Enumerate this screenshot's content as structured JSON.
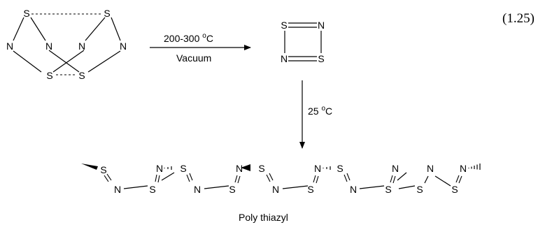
{
  "equation_number": "(1.25)",
  "s4n4": {
    "atoms": {
      "s_top_left": "S",
      "s_top_right": "S",
      "n_left": "N",
      "n_inner_left": "N",
      "n_inner_right": "N",
      "n_right": "N",
      "s_bottom_left": "S",
      "s_bottom_right": "S"
    }
  },
  "reaction1": {
    "temp_base": "200-300 ",
    "temp_deg": "o",
    "temp_unit": "C",
    "atmosphere": "Vacuum"
  },
  "s2n2": {
    "atoms": {
      "s_top_left": "S",
      "n_top_right": "N",
      "n_bottom_left": "N",
      "s_bottom_right": "S"
    }
  },
  "reaction2": {
    "temp_base": "25 ",
    "temp_deg": "o",
    "temp_unit": "C"
  },
  "polymer": {
    "atoms": {
      "s1": "S",
      "n1": "N",
      "s2": "S",
      "n2": "N",
      "s3": "S",
      "n3": "N",
      "s4": "S",
      "n4": "N",
      "s5": "S",
      "n5": "N",
      "s6": "S",
      "n6": "N",
      "s7": "S",
      "n7": "N",
      "s8": "S",
      "n8": "N",
      "s9": "S",
      "n9": "N",
      "s10": "S",
      "n10": "N"
    },
    "name": "Poly thiazyl"
  }
}
